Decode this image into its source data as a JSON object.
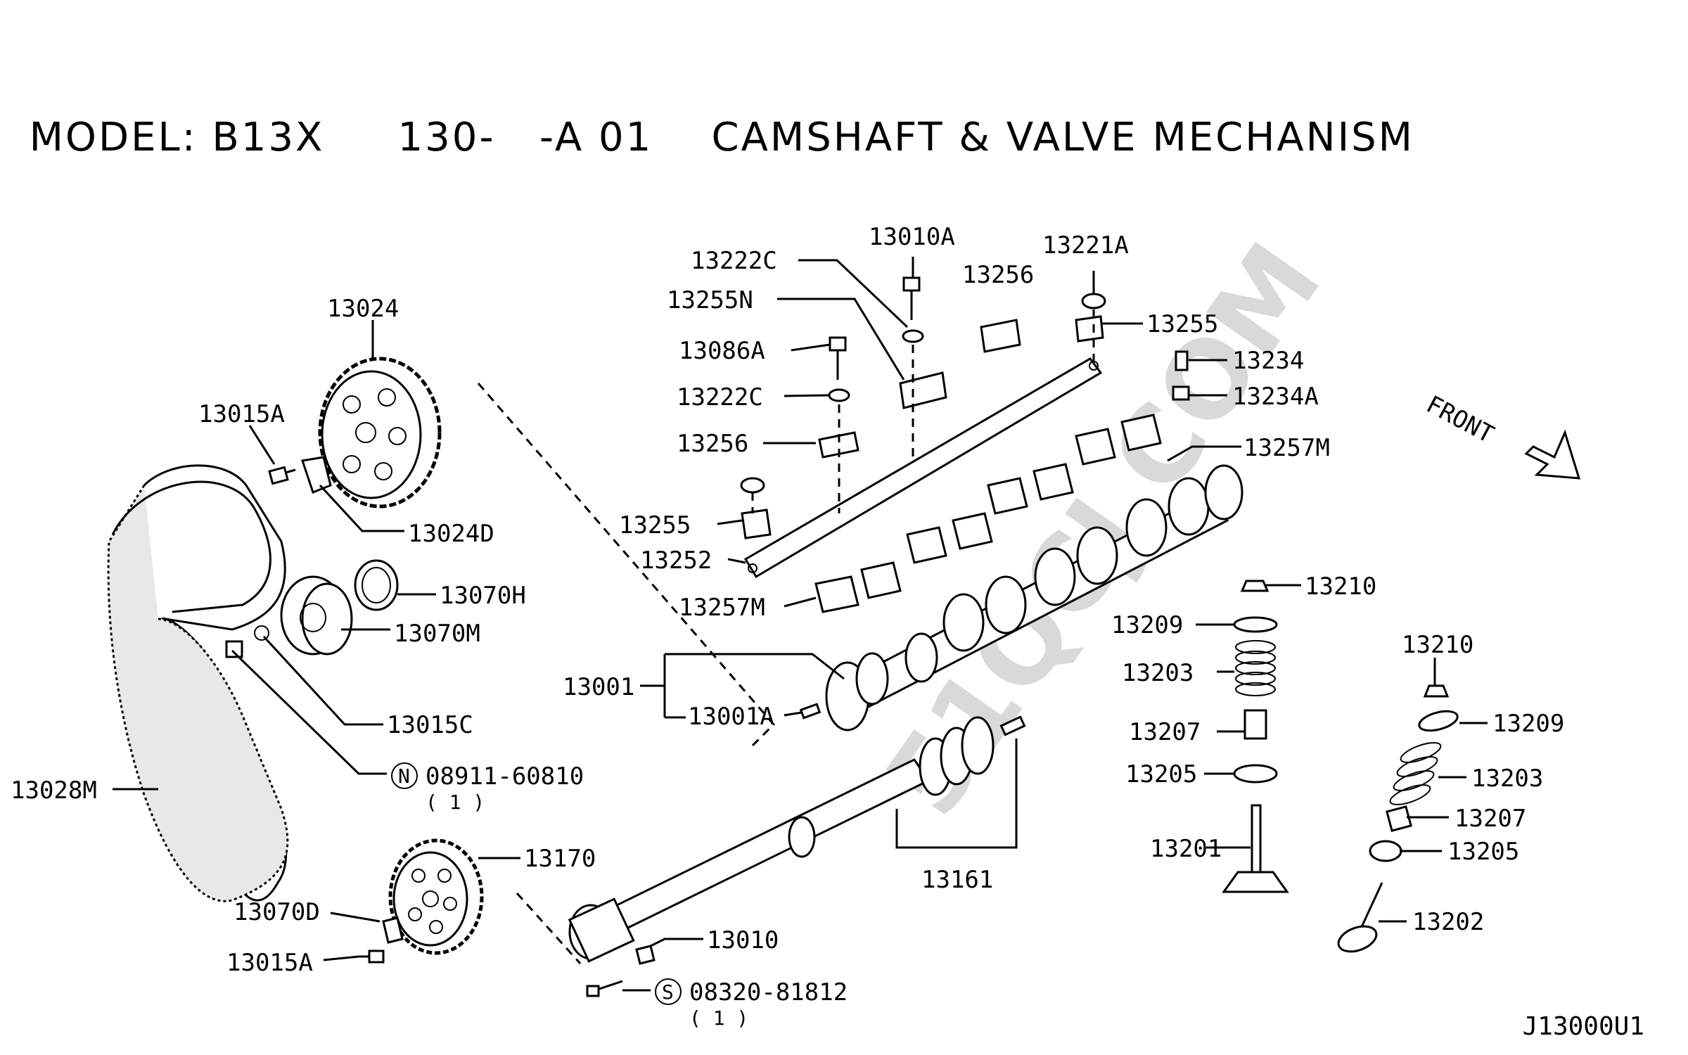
{
  "title": {
    "model": "MODEL: B13X",
    "section": "130-   -A 01",
    "name": "CAMSHAFT & VALVE MECHANISM"
  },
  "watermark": "51QCJ.COM",
  "front_label": "FRONT",
  "drawing_code": "J13000U1",
  "callouts": {
    "c13024": "13024",
    "c13015A_top": "13015A",
    "c13024D": "13024D",
    "c13070H": "13070H",
    "c13070M": "13070M",
    "c13015C": "13015C",
    "c08911": "08911-60810",
    "c08911_qty": "( 1 )",
    "c08911_sym": "N",
    "c13028M": "13028M",
    "c13170": "13170",
    "c13070D": "13070D",
    "c13015A_bot": "13015A",
    "c13010": "13010",
    "c08320": "08320-81812",
    "c08320_qty": "( 1 )",
    "c08320_sym": "S",
    "c13001": "13001",
    "c13001A": "13001A",
    "c13161": "13161",
    "c13010A": "13010A",
    "c13222C_top": "13222C",
    "c13255N": "13255N",
    "c13086A": "13086A",
    "c13222C_mid": "13222C",
    "c13256_left": "13256",
    "c13255_left": "13255",
    "c13252": "13252",
    "c13257M_left": "13257M",
    "c13256_top": "13256",
    "c13221A": "13221A",
    "c13255_right": "13255",
    "c13234": "13234",
    "c13234A": "13234A",
    "c13257M_right": "13257M",
    "c13210_a": "13210",
    "c13209_a": "13209",
    "c13203_a": "13203",
    "c13207_a": "13207",
    "c13205_a": "13205",
    "c13201": "13201",
    "c13210_b": "13210",
    "c13209_b": "13209",
    "c13203_b": "13203",
    "c13207_b": "13207",
    "c13205_b": "13205",
    "c13202": "13202"
  }
}
